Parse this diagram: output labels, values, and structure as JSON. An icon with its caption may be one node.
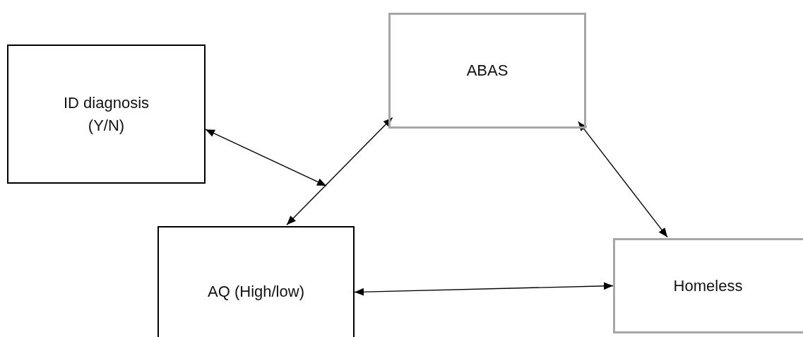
{
  "diagram": {
    "nodes": [
      {
        "text": [
          "ID diagnosis (Y/N)"
        ]
      },
      {
        "text": [
          "ABAS"
        ]
      },
      {
        "text": [
          "AQ (High/low)"
        ]
      },
      {
        "text": [
          "Homeless"
        ]
      }
    ],
    "edges": [
      {
        "from": 0,
        "to": null,
        "arrow": "both"
      },
      {
        "from": 2,
        "to": 1,
        "arrow": "both"
      },
      {
        "from": 1,
        "to": 3,
        "arrow": "both"
      },
      {
        "from": 2,
        "to": 3,
        "arrow": "both"
      }
    ]
  }
}
